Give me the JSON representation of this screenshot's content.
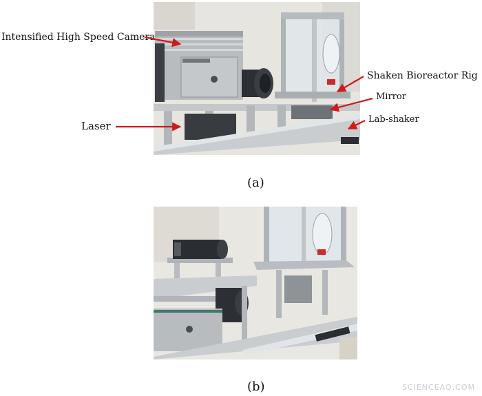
{
  "figure": {
    "panel_a": {
      "caption": "(a)",
      "labels": {
        "camera": "Intensified High Speed Camera",
        "rig": "Shaken Bioreactor Rig",
        "mirror": "Mirror",
        "laser": "Laser",
        "shaker": "Lab-shaker"
      }
    },
    "panel_b": {
      "caption": "(b)"
    },
    "watermark": "SCIENCEAQ.COM",
    "annotation_color": "#d11a1a"
  }
}
